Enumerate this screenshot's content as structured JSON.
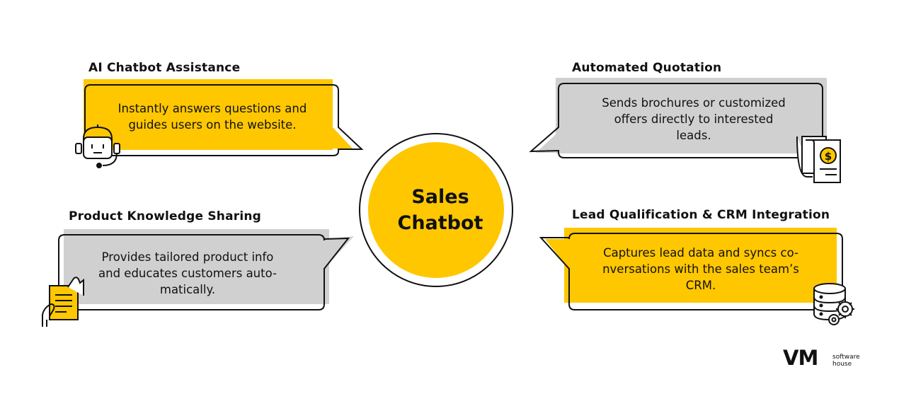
{
  "center": {
    "line1": "Sales",
    "line2": "Chatbot"
  },
  "cards": [
    {
      "id": "ai-chatbot",
      "title": "AI Chatbot Assistance",
      "lines": [
        "Instantly answers questions and",
        "guides users on the website."
      ],
      "icon": "robot-headset-icon"
    },
    {
      "id": "automated-quotation",
      "title": "Automated Quotation",
      "lines": [
        "Sends brochures or customized",
        "offers directly to interested",
        "leads."
      ],
      "icon": "dollar-document-icon"
    },
    {
      "id": "product-knowledge",
      "title": "Product Knowledge Sharing",
      "lines": [
        "Provides tailored product info",
        "and educates customers auto-",
        "matically."
      ],
      "icon": "hand-document-icon"
    },
    {
      "id": "lead-qualification",
      "title": "Lead Qualification & CRM Integration",
      "lines": [
        "Captures lead data and syncs co-",
        "nversations with the sales team’s",
        "CRM."
      ],
      "icon": "database-gears-icon"
    }
  ],
  "logo": {
    "mark": "VM",
    "sub1": "software",
    "sub2": "house"
  },
  "colors": {
    "accent": "#FFC700",
    "gray": "#D0D0D0",
    "outline": "#111111"
  }
}
